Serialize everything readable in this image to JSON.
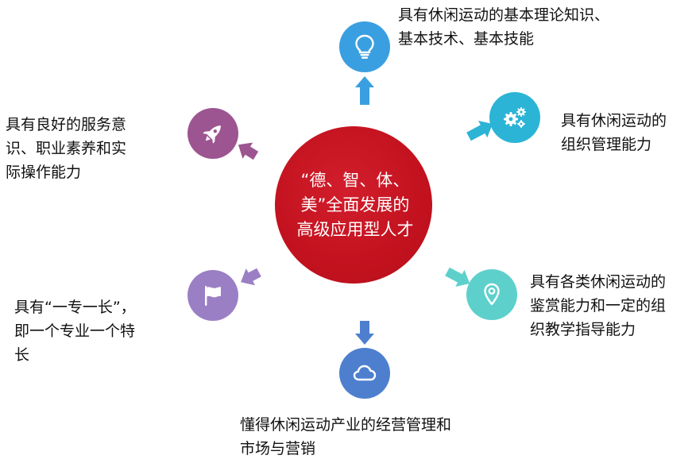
{
  "center": {
    "line1": "“德、智、体、",
    "line2": "美”全面发展的",
    "line3": "高级应用型人才"
  },
  "nodes": [
    {
      "id": "top",
      "icon": "lightbulb-icon",
      "color": "#3a9fe0",
      "lines": [
        "具有休闲运动的基本理论知识、",
        "基本技术、基本技能"
      ]
    },
    {
      "id": "upper-right",
      "icon": "gears-icon",
      "color": "#2bb4d6",
      "lines": [
        "具有休闲运动的",
        "组织管理能力"
      ]
    },
    {
      "id": "lower-right",
      "icon": "location-pin-icon",
      "color": "#5ed0cc",
      "lines": [
        "具有各类休闲运动的",
        "鉴赏能力和一定的组",
        "织教学指导能力"
      ]
    },
    {
      "id": "bottom",
      "icon": "cloud-icon",
      "color": "#4e7fcf",
      "lines": [
        "懂得休闲运动产业的经营管理和",
        "市场与营销"
      ]
    },
    {
      "id": "lower-left",
      "icon": "flag-icon",
      "color": "#9b7fc4",
      "lines": [
        "具有“一专一长”，",
        "即一个专业一个特",
        "长"
      ]
    },
    {
      "id": "upper-left",
      "icon": "rocket-icon",
      "color": "#9c5591",
      "lines": [
        "具有良好的服务意",
        "识、职业素养和实",
        "际操作能力"
      ]
    }
  ]
}
